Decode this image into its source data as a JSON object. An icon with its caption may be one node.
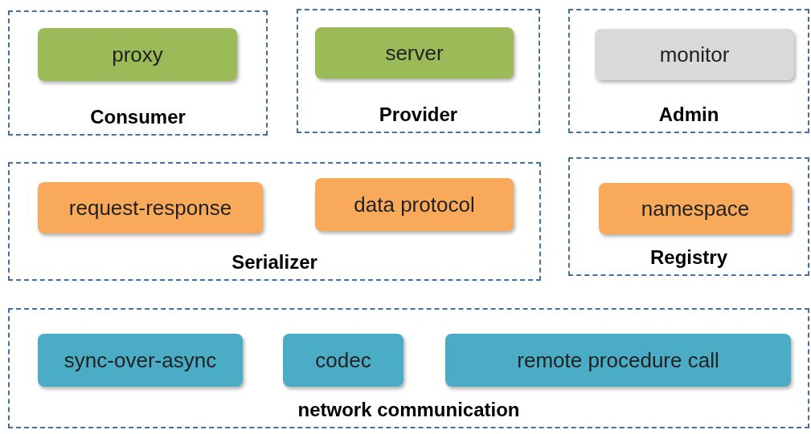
{
  "diagram": {
    "nodes": [
      {
        "text": [
          "Consumer"
        ]
      },
      {
        "text": [
          "proxy"
        ],
        "in": 0
      },
      {
        "text": [
          "Provider"
        ]
      },
      {
        "text": [
          "server"
        ],
        "in": 2
      },
      {
        "text": [
          "Admin"
        ]
      },
      {
        "text": [
          "monitor"
        ],
        "in": 4
      },
      {
        "text": [
          "Serializer"
        ]
      },
      {
        "text": [
          "request-response"
        ],
        "in": 6
      },
      {
        "text": [
          "data protocol"
        ],
        "in": 6
      },
      {
        "text": [
          "Registry"
        ]
      },
      {
        "text": [
          "namespace"
        ],
        "in": 9
      },
      {
        "text": [
          "network communication"
        ]
      },
      {
        "text": [
          "sync-over-async"
        ],
        "in": 11
      },
      {
        "text": [
          "codec"
        ],
        "in": 11
      },
      {
        "text": [
          "remote procedure call"
        ],
        "in": 11
      }
    ]
  }
}
